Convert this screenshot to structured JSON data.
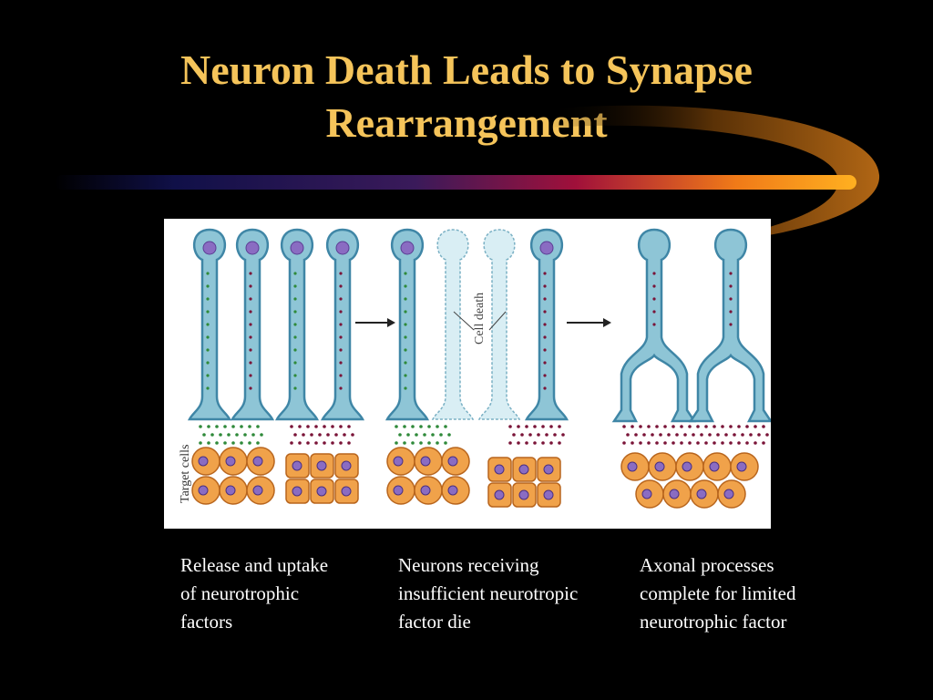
{
  "slide": {
    "title_line1": "Neuron Death Leads to Synapse",
    "title_line2": "Rearrangement"
  },
  "figure": {
    "label_target_cells": "Target cells",
    "label_cell_death": "Cell death"
  },
  "captions": [
    {
      "line1": "Release and uptake",
      "line2": "of neurotrophic",
      "line3": "factors"
    },
    {
      "line1": "Neurons receiving",
      "line2": "insufficient neurotropic",
      "line3": "factor die"
    },
    {
      "line1": "Axonal processes",
      "line2": "complete for limited",
      "line3": "neurotrophic factor"
    }
  ],
  "colors": {
    "title": "#f5c45a",
    "neuron_fill": "#8ec5d6",
    "neuron_stroke": "#3f86a6",
    "nucleus": "#8a6cc2",
    "target_cell": "#f0a24a",
    "target_cell_stroke": "#b8651d",
    "factor_dot_dark": "#7a1438",
    "factor_dot_green": "#2f8a3a"
  }
}
